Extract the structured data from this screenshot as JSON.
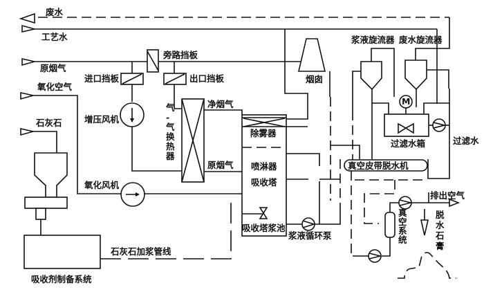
{
  "title": "石灰石-石膏湿法烟气脱硫工艺流程图",
  "inputs": {
    "waste_water": "废水",
    "process_water": "工艺水",
    "raw_flue_gas": "原烟气",
    "oxidation_air": "氧化空气",
    "limestone": "石灰石"
  },
  "components": {
    "bypass_damper": "旁路挡板",
    "inlet_damper": "进口挡板",
    "outlet_damper": "出口挡板",
    "booster_fan": "增压风机",
    "gas_gas_heater": "气-气换热器",
    "clean_flue_gas": "净烟气",
    "raw_flue_gas_2": "原烟气",
    "oxidation_fan": "氧化风机",
    "chimney": "烟囱",
    "demister": "除雾器",
    "sprayer": "喷淋器",
    "absorber": "吸收塔",
    "absorber_tank": "吸收塔浆池",
    "slurry_pump": "浆液循环泵",
    "slurry_cyclone": "浆液旋流器",
    "waste_cyclone": "废水旋流器",
    "filter_tank": "过滤水箱",
    "motor": "M",
    "filter_water": "过滤水",
    "vacuum_belt": "真空皮带脱水机",
    "vacuum_system": "真空系统",
    "exhaust_air": "排出空气",
    "gypsum": "脱水石膏",
    "limestone_line": "石灰石加浆管线",
    "absorbent_system": "吸收剂制备系统"
  }
}
